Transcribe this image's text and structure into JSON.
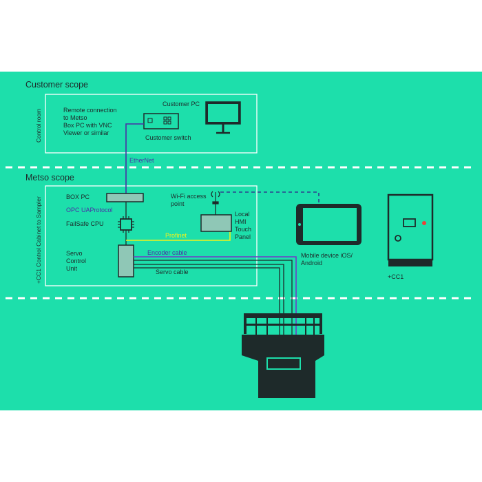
{
  "customer_scope": {
    "title": "Customer scope",
    "side_label": "Control room",
    "remote_connection_note": "Remote connection\nto Metso\nBox PC with VNC\nViewer or similar",
    "customer_pc_label": "Customer PC",
    "customer_switch_label": "Customer switch"
  },
  "metso_scope": {
    "title": "Metso scope",
    "side_label": "+CC1 Control Cabinet to Sampler",
    "box_pc_label": "BOX PC",
    "opc_label": "OPC UAProtocol",
    "failsafe_label": "FailSafe CPU",
    "wifi_label": "Wi-Fi access\npoint",
    "hmi_label": "Local\nHMI\nTouch\nPanel",
    "servo_unit_label": "Servo\nControl\nUnit"
  },
  "cables": {
    "ethernet": "EtherNet",
    "profinet": "Profinet",
    "encoder": "Encoder cable",
    "servo": "Servo cable"
  },
  "mobile_device_label": "Mobile device iOS/\nAndroid",
  "cabinet_label": "+CC1",
  "colors": {
    "background": "#1ddfab",
    "dark": "#1e2a2a",
    "ethernet": "#4a2fa6",
    "profinet": "#f2f21a",
    "encoder": "#6f3cc7",
    "wifi_dashed": "#2f3f8f",
    "indicator_red": "#e8433a"
  }
}
